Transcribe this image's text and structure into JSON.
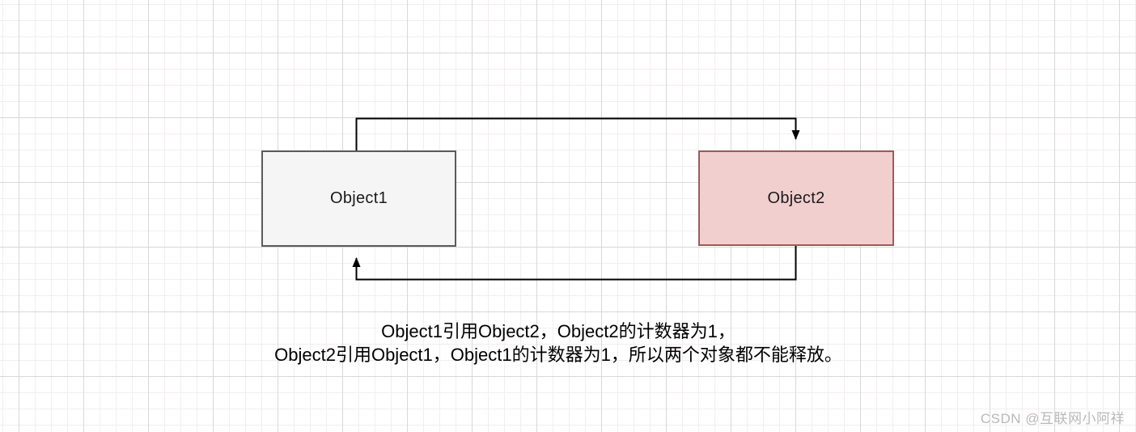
{
  "diagram": {
    "nodes": [
      {
        "id": "object1",
        "label": "Object1",
        "fill": "#f5f5f5",
        "border": "#5b5b5b"
      },
      {
        "id": "object2",
        "label": "Object2",
        "fill": "#f2cfcf",
        "border": "#9e5a5a"
      }
    ],
    "edges": [
      {
        "name": "object1-references-object2",
        "from": "object1",
        "to": "object2",
        "direction": "top loop, arrow into top of Object2"
      },
      {
        "name": "object2-references-object1",
        "from": "object2",
        "to": "object1",
        "direction": "bottom loop, arrow into bottom of Object1"
      }
    ]
  },
  "caption": {
    "line1": "Object1引用Object2，Object2的计数器为1，",
    "line2": "Object2引用Object1，Object1的计数器为1，所以两个对象都不能释放。"
  },
  "watermark": {
    "text": "CSDN @互联网小阿祥"
  },
  "colors": {
    "background": "#ffffff",
    "grid_minor": "#f3eeee",
    "grid_major": "#d8d8d8",
    "arrow": "#000000",
    "object1_fill": "#f5f5f5",
    "object1_border": "#5b5b5b",
    "object2_fill": "#f2cfcf",
    "object2_border": "#9e5a5a",
    "caption_text": "#000000",
    "watermark_text": "#b9b9b9"
  }
}
